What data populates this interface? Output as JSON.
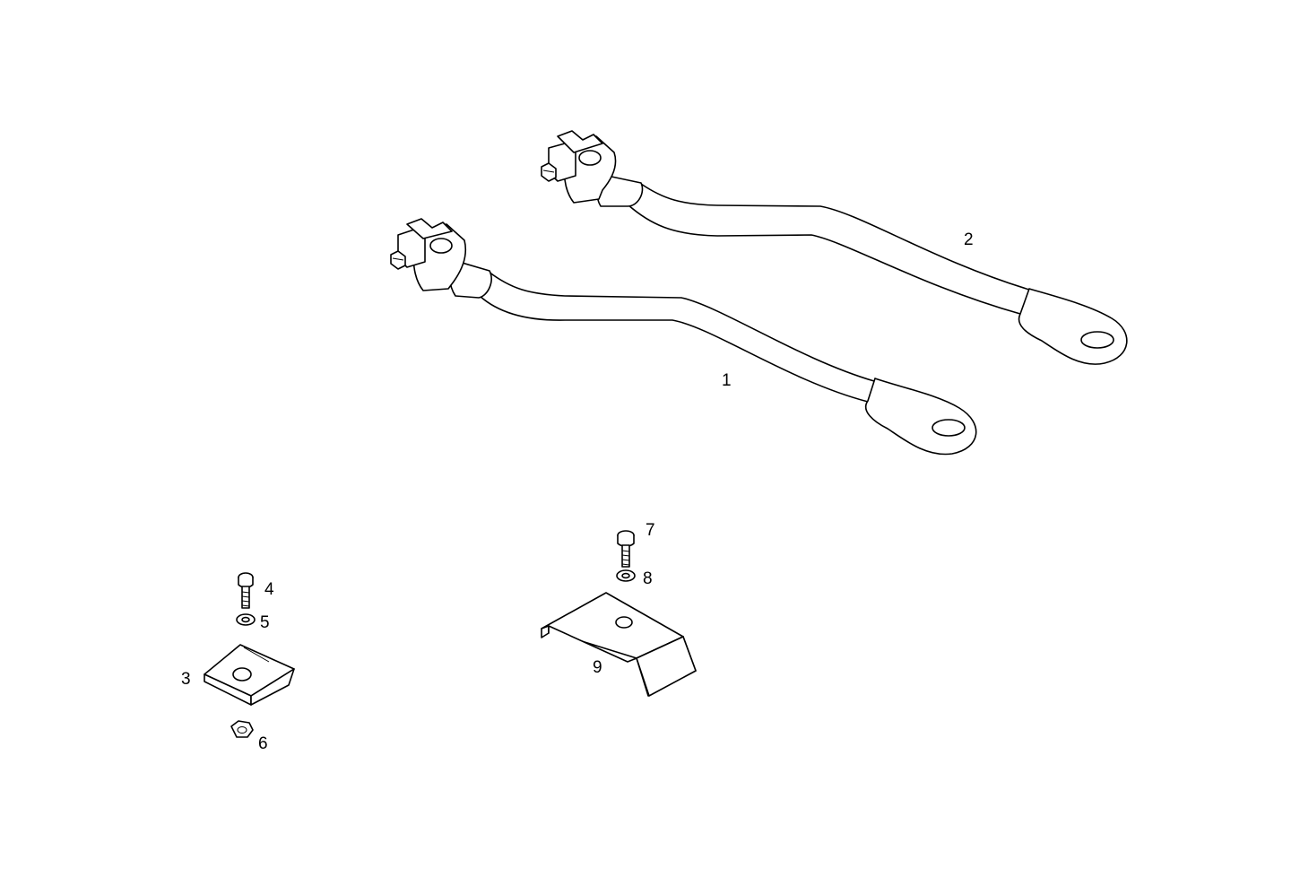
{
  "diagram": {
    "callouts": [
      {
        "id": "1",
        "text": "1"
      },
      {
        "id": "2",
        "text": "2"
      },
      {
        "id": "3",
        "text": "3"
      },
      {
        "id": "4",
        "text": "4"
      },
      {
        "id": "5",
        "text": "5"
      },
      {
        "id": "6",
        "text": "6"
      },
      {
        "id": "7",
        "text": "7"
      },
      {
        "id": "8",
        "text": "8"
      },
      {
        "id": "9",
        "text": "9"
      }
    ]
  }
}
